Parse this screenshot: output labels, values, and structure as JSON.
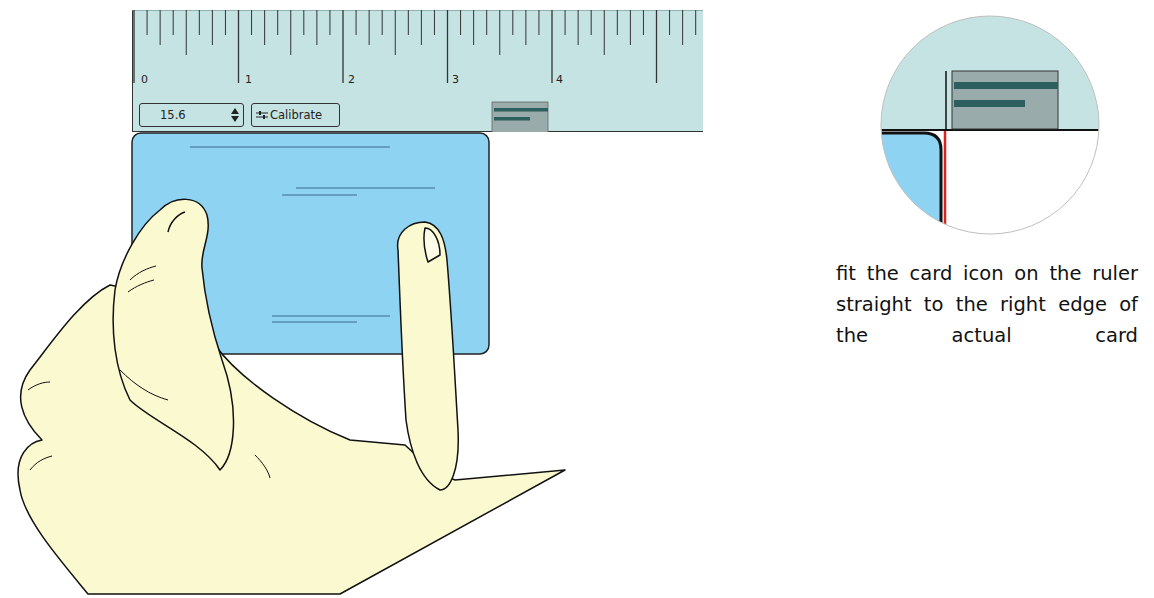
{
  "diagram": {
    "nodes": [
      {
        "text": [
          "0",
          "1",
          "2",
          "3",
          "4"
        ]
      },
      {
        "text": [
          "15.6"
        ],
        "in": 0
      },
      {
        "text": [
          "Calibrate"
        ],
        "in": 0
      }
    ],
    "labels": [
      "fit the card icon on the ruler straight to the right edge of the actual card"
    ]
  }
}
